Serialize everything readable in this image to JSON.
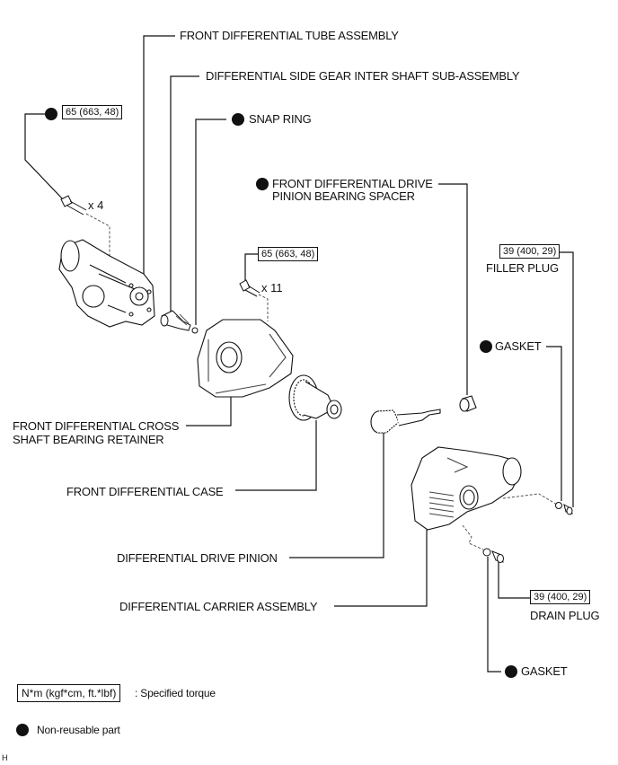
{
  "diagram": {
    "title_marker": "H",
    "labels": {
      "front_diff_tube_assembly": "FRONT DIFFERENTIAL TUBE ASSEMBLY",
      "side_gear_inter_shaft": "DIFFERENTIAL SIDE GEAR INTER SHAFT SUB-ASSEMBLY",
      "snap_ring": "SNAP RING",
      "pinion_bearing_spacer_line1": "FRONT DIFFERENTIAL DRIVE",
      "pinion_bearing_spacer_line2": "PINION BEARING SPACER",
      "filler_plug": "FILLER PLUG",
      "gasket_filler": "GASKET",
      "cross_shaft_retainer_line1": "FRONT DIFFERENTIAL CROSS",
      "cross_shaft_retainer_line2": "SHAFT BEARING RETAINER",
      "front_diff_case": "FRONT DIFFERENTIAL CASE",
      "drive_pinion": "DIFFERENTIAL DRIVE PINION",
      "carrier_assembly": "DIFFERENTIAL CARRIER ASSEMBLY",
      "drain_plug": "DRAIN PLUG",
      "gasket_drain": "GASKET"
    },
    "torque_specs": {
      "tube_bolts": "65 (663, 48)",
      "retainer_bolts": "65 (663, 48)",
      "filler_plug": "39 (400, 29)",
      "drain_plug": "39 (400, 29)"
    },
    "quantities": {
      "tube_bolts": "x 4",
      "retainer_bolts": "x 11"
    },
    "non_reusable_parts": [
      "tube_bolts",
      "snap_ring",
      "pinion_bearing_spacer",
      "gasket_filler",
      "gasket_drain"
    ]
  },
  "legend": {
    "torque_unit": "N*m (kgf*cm, ft.*lbf)",
    "torque_desc": ": Specified torque",
    "non_reusable": "Non-reusable part"
  }
}
